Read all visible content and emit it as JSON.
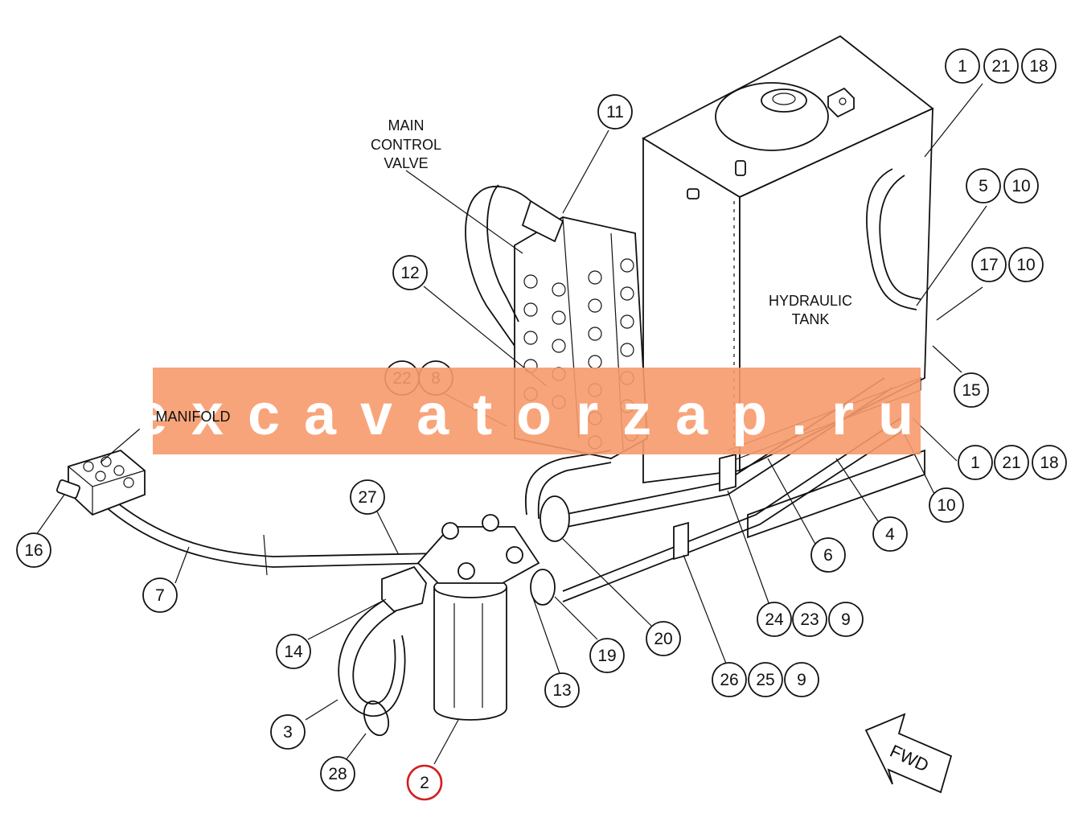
{
  "labels": {
    "main_control_valve": [
      "MAIN",
      "CONTROL",
      "VALVE"
    ],
    "hydraulic_tank": [
      "HYDRAULIC",
      "TANK"
    ],
    "manifold": "MANIFOLD",
    "fwd": "FWD"
  },
  "watermark": "excavatorzap.ru",
  "highlight_color": "#d21f1f",
  "watermark_color": "#f79a6b",
  "callouts": [
    {
      "id": "c11",
      "number": "11"
    },
    {
      "id": "c1-top",
      "number": "1"
    },
    {
      "id": "c21-top",
      "number": "21"
    },
    {
      "id": "c18-top",
      "number": "18"
    },
    {
      "id": "c5",
      "number": "5"
    },
    {
      "id": "c10-a",
      "number": "10"
    },
    {
      "id": "c17",
      "number": "17"
    },
    {
      "id": "c10-b",
      "number": "10"
    },
    {
      "id": "c12",
      "number": "12"
    },
    {
      "id": "c22",
      "number": "22"
    },
    {
      "id": "c8",
      "number": "8"
    },
    {
      "id": "c15",
      "number": "15"
    },
    {
      "id": "c1-bot",
      "number": "1"
    },
    {
      "id": "c21-bot",
      "number": "21"
    },
    {
      "id": "c18-bot",
      "number": "18"
    },
    {
      "id": "c10-c",
      "number": "10"
    },
    {
      "id": "c4",
      "number": "4"
    },
    {
      "id": "c6",
      "number": "6"
    },
    {
      "id": "c16",
      "number": "16"
    },
    {
      "id": "c27",
      "number": "27"
    },
    {
      "id": "c7",
      "number": "7"
    },
    {
      "id": "c24",
      "number": "24"
    },
    {
      "id": "c23",
      "number": "23"
    },
    {
      "id": "c9-a",
      "number": "9"
    },
    {
      "id": "c20",
      "number": "20"
    },
    {
      "id": "c14",
      "number": "14"
    },
    {
      "id": "c19",
      "number": "19"
    },
    {
      "id": "c26",
      "number": "26"
    },
    {
      "id": "c25",
      "number": "25"
    },
    {
      "id": "c9-b",
      "number": "9"
    },
    {
      "id": "c13",
      "number": "13"
    },
    {
      "id": "c3",
      "number": "3"
    },
    {
      "id": "c28",
      "number": "28"
    },
    {
      "id": "c2",
      "number": "2",
      "highlighted": true
    }
  ]
}
